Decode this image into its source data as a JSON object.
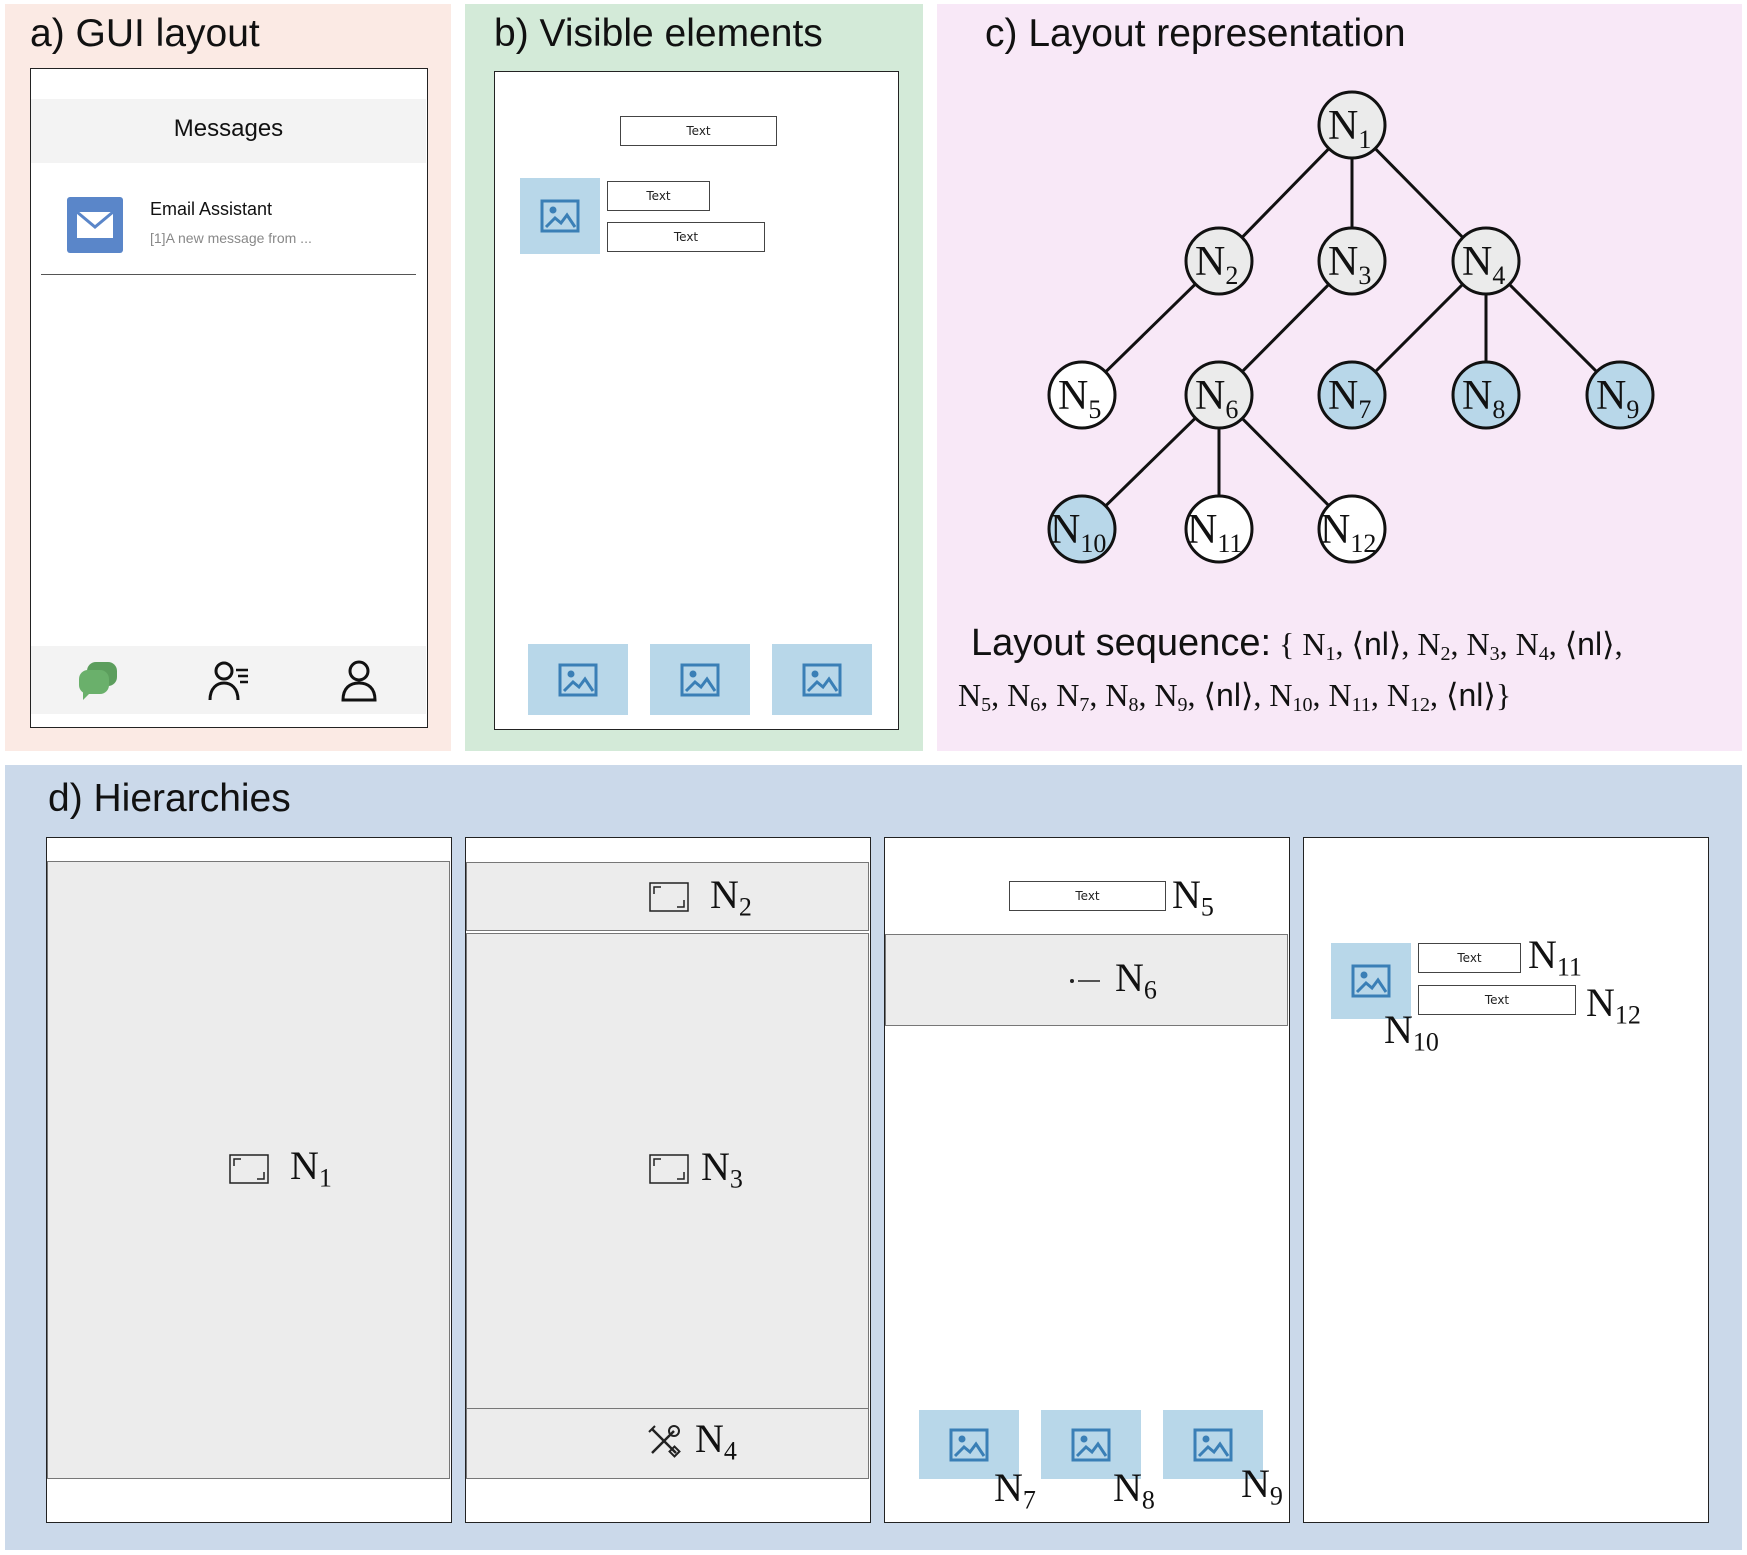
{
  "panels": {
    "a": {
      "title": "a) GUI layout",
      "app_bar_title": "Messages",
      "item_title": "Email Assistant",
      "item_subtitle": "[1]A new message from ...",
      "bg_color": "#fbeae4",
      "envelope_color": "#5a86c9",
      "chat_icon_color": "#6ab06b",
      "bottom_nav_icons": [
        "chat-bubbles-icon",
        "contacts-icon",
        "profile-icon"
      ]
    },
    "b": {
      "title": "b) Visible elements",
      "text_label": "Text",
      "bg_color": "#d3ead8"
    },
    "c": {
      "title": "c) Layout representation",
      "bg_color": "#f8e8f7",
      "sequence_label": "Layout sequence:",
      "nl_token": "nl",
      "tree": {
        "nodes": [
          {
            "id": "N1",
            "base": "N",
            "sub": "1",
            "leaf": false
          },
          {
            "id": "N2",
            "base": "N",
            "sub": "2",
            "leaf": false
          },
          {
            "id": "N3",
            "base": "N",
            "sub": "3",
            "leaf": false
          },
          {
            "id": "N4",
            "base": "N",
            "sub": "4",
            "leaf": false
          },
          {
            "id": "N5",
            "base": "N",
            "sub": "5",
            "leaf": false
          },
          {
            "id": "N6",
            "base": "N",
            "sub": "6",
            "leaf": false
          },
          {
            "id": "N7",
            "base": "N",
            "sub": "7",
            "leaf": true
          },
          {
            "id": "N8",
            "base": "N",
            "sub": "8",
            "leaf": true
          },
          {
            "id": "N9",
            "base": "N",
            "sub": "9",
            "leaf": true
          },
          {
            "id": "N10",
            "base": "N",
            "sub": "10",
            "leaf": true
          },
          {
            "id": "N11",
            "base": "N",
            "sub": "11",
            "leaf": false
          },
          {
            "id": "N12",
            "base": "N",
            "sub": "12",
            "leaf": false
          }
        ],
        "edges": [
          [
            "N1",
            "N2"
          ],
          [
            "N1",
            "N3"
          ],
          [
            "N1",
            "N4"
          ],
          [
            "N2",
            "N5"
          ],
          [
            "N3",
            "N6"
          ],
          [
            "N4",
            "N7"
          ],
          [
            "N4",
            "N8"
          ],
          [
            "N4",
            "N9"
          ],
          [
            "N6",
            "N10"
          ],
          [
            "N6",
            "N11"
          ],
          [
            "N6",
            "N12"
          ]
        ],
        "node_fill": "#ebebeb",
        "leaf_fill": "#b8d7e9",
        "n5_fill": "#ffffff"
      }
    },
    "d": {
      "title": "d) Hierarchies",
      "bg_color": "#cbd9ea",
      "text_label": "Text",
      "labels": {
        "n1": {
          "base": "N",
          "sub": "1"
        },
        "n2": {
          "base": "N",
          "sub": "2"
        },
        "n3": {
          "base": "N",
          "sub": "3"
        },
        "n4": {
          "base": "N",
          "sub": "4"
        },
        "n5": {
          "base": "N",
          "sub": "5"
        },
        "n6": {
          "base": "N",
          "sub": "6"
        },
        "n7": {
          "base": "N",
          "sub": "7"
        },
        "n8": {
          "base": "N",
          "sub": "8"
        },
        "n9": {
          "base": "N",
          "sub": "9"
        },
        "n10": {
          "base": "N",
          "sub": "10"
        },
        "n11": {
          "base": "N",
          "sub": "11"
        },
        "n12": {
          "base": "N",
          "sub": "12"
        }
      }
    }
  },
  "image_placeholder_color": "#b8d7e9",
  "image_icon_color": "#3a7fb6"
}
